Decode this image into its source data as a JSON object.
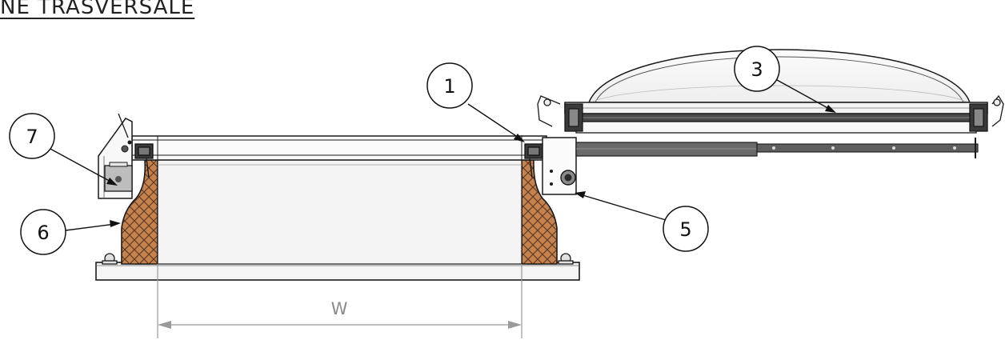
{
  "title": "NE TRASVERSALE",
  "callouts": [
    "1",
    "3",
    "5",
    "6",
    "7"
  ],
  "dimension_label": "W",
  "colors": {
    "line": "#1a1a1a",
    "dimension": "#9a9a9a",
    "insulation": "#c4824e",
    "frame_fill": "#f2f2f2",
    "dome_fill": "#f7f7f7",
    "actuator": "#4a4a4a"
  }
}
